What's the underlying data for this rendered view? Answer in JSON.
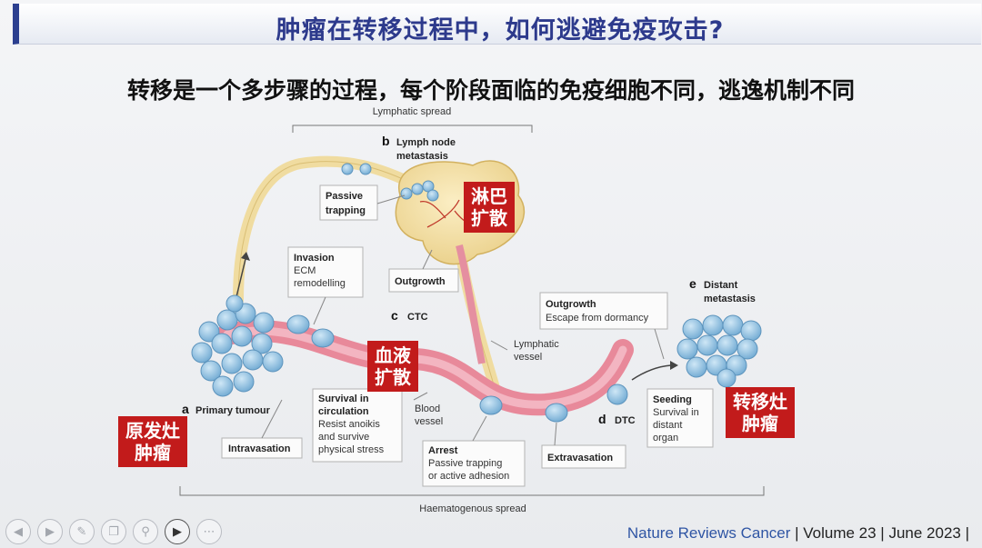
{
  "title": "肿瘤在转移过程中，如何逃避免疫攻击?",
  "subtitle": "转移是一个多步骤的过程，每个阶段面临的免疫细胞不同，逃逸机制不同",
  "figure": {
    "lymphatic_spread": "Lymphatic spread",
    "haematogenous_spread": "Haematogenous spread",
    "stage_b_letter": "b",
    "stage_b_line1": "Lymph node",
    "stage_b_line2": "metastasis",
    "stage_c_letter": "c",
    "stage_c": "CTC",
    "stage_a_letter": "a",
    "stage_a": "Primary tumour",
    "stage_d_letter": "d",
    "stage_d": "DTC",
    "stage_e_letter": "e",
    "stage_e_line1": "Distant",
    "stage_e_line2": "metastasis",
    "passive_trapping_1": "Passive",
    "passive_trapping_2": "trapping",
    "invasion_title": "Invasion",
    "invasion_1": "ECM",
    "invasion_2": "remodelling",
    "outgrowth_ln": "Outgrowth",
    "outgrowth_title": "Outgrowth",
    "outgrowth_sub": "Escape from dormancy",
    "lymphatic_vessel_1": "Lymphatic",
    "lymphatic_vessel_2": "vessel",
    "blood_vessel_1": "Blood",
    "blood_vessel_2": "vessel",
    "intravasation": "Intravasation",
    "survival_title_1": "Survival in",
    "survival_title_2": "circulation",
    "survival_1": "Resist anoikis",
    "survival_2": "and survive",
    "survival_3": "physical stress",
    "arrest_title": "Arrest",
    "arrest_1": "Passive trapping",
    "arrest_2": "or active adhesion",
    "extravasation": "Extravasation",
    "seeding_title": "Seeding",
    "seeding_1": "Survival in",
    "seeding_2": "distant",
    "seeding_3": "organ"
  },
  "tags": {
    "lymph": "淋巴\n扩散",
    "blood": "血液\n扩散",
    "primary": "原发灶\n肿瘤",
    "metastasis": "转移灶\n肿瘤"
  },
  "footer": {
    "journal": "Nature Reviews Cancer",
    "volume": " | Volume 23 | June 2023 |"
  },
  "controls": [
    "prev-icon",
    "next-icon",
    "pen-icon",
    "copy-icon",
    "zoom-icon",
    "video-icon",
    "more-icon"
  ],
  "colors": {
    "title": "#2d3a8c",
    "tag": "#c21b1b",
    "cell": "#8fc3e3",
    "blood": "#e8899a",
    "lymph": "#f3dea0"
  }
}
